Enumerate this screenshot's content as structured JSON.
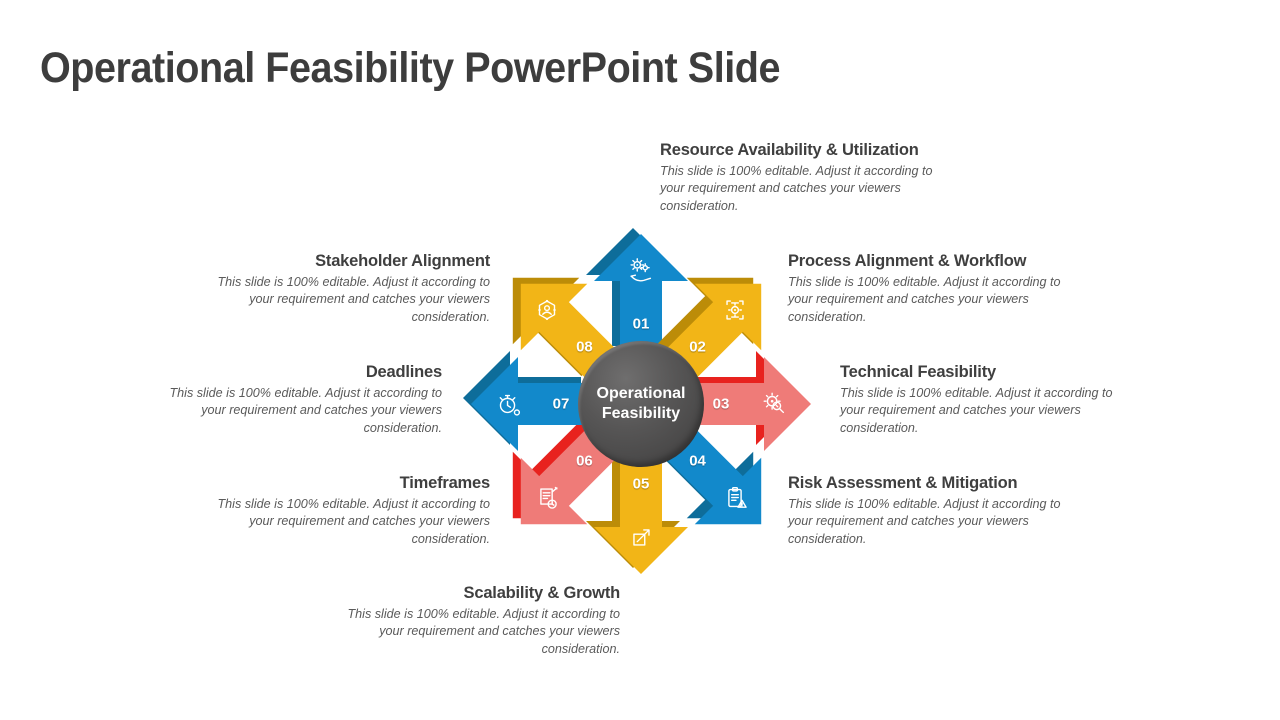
{
  "slide": {
    "title": "Operational Feasibility PowerPoint Slide"
  },
  "center": {
    "label": "Operational Feasibility"
  },
  "items": [
    {
      "number": "01",
      "title": "Resource Availability & Utilization",
      "color": "blue",
      "icon": "gears-hand-icon",
      "description": "This slide is 100% editable. Adjust it according to your requirement and catches your viewers consideration."
    },
    {
      "number": "02",
      "title": "Process Alignment & Workflow",
      "color": "yellow",
      "icon": "process-gear-icon",
      "description": "This slide is 100% editable. Adjust it according to your requirement and catches your viewers consideration."
    },
    {
      "number": "03",
      "title": "Technical Feasibility",
      "color": "red",
      "icon": "gear-magnifier-icon",
      "description": "This slide is 100% editable. Adjust it according to your requirement and catches your viewers consideration."
    },
    {
      "number": "04",
      "title": "Risk Assessment & Mitigation",
      "color": "blue",
      "icon": "risk-clipboard-icon",
      "description": "This slide is 100% editable. Adjust it according to your requirement and catches your viewers consideration."
    },
    {
      "number": "05",
      "title": "Scalability & Growth",
      "color": "yellow",
      "icon": "growth-chart-icon",
      "description": "This slide is 100% editable. Adjust it according to your requirement and catches your viewers consideration."
    },
    {
      "number": "06",
      "title": "Timeframes",
      "color": "red",
      "icon": "document-clock-icon",
      "description": "This slide is 100% editable. Adjust it according to your requirement and catches your viewers consideration."
    },
    {
      "number": "07",
      "title": "Deadlines",
      "color": "blue",
      "icon": "stopwatch-icon",
      "description": "This slide is 100% editable. Adjust it according to your requirement and catches your viewers consideration."
    },
    {
      "number": "08",
      "title": "Stakeholder Alignment",
      "color": "yellow",
      "icon": "stakeholder-network-icon",
      "description": "This slide is 100% editable. Adjust it according to your requirement and catches your viewers consideration."
    }
  ],
  "colors": {
    "blue": "#1289CB",
    "blue_dark": "#0E6D9A",
    "yellow": "#F2B517",
    "yellow_dark": "#BC8C08",
    "red": "#EF7B78",
    "red_dark": "#E8221E",
    "circle": "#4E4D4D",
    "title_text": "#3D3D3D",
    "heading_text": "#3F3F3F",
    "body_text": "#5A5A5A"
  }
}
